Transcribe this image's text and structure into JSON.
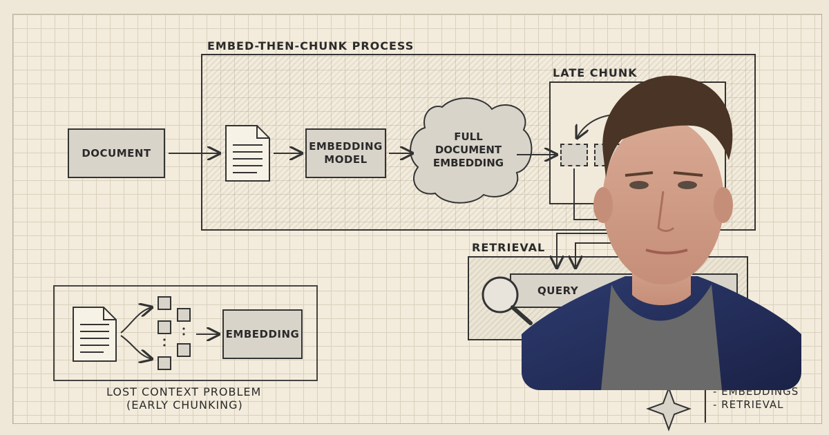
{
  "embed_then_chunk": {
    "title": "EMBED-THEN-CHUNK PROCESS",
    "document_label": "DOCUMENT",
    "model_label_1": "EMBEDDING",
    "model_label_2": "MODEL",
    "cloud_line_1": "FULL",
    "cloud_line_2": "DOCUMENT",
    "cloud_line_3": "EMBEDDING"
  },
  "late_chunking": {
    "title": "LATE CHUNK"
  },
  "retrieval": {
    "title": "RETRIEVAL",
    "query_label": "QUERY"
  },
  "lost_context": {
    "embedding_label": "EMBEDDING",
    "caption_line_1": "LOST CONTEXT PROBLEM",
    "caption_line_2": "(EARLY CHUNKING)"
  },
  "notes": [
    "- EMBEDDINGS",
    "- RETRIEVAL"
  ],
  "colors": {
    "paper": "#f3ecdc",
    "grid": "#d9d0bd",
    "ink": "#333333",
    "box_fill": "#d9d4ca"
  }
}
